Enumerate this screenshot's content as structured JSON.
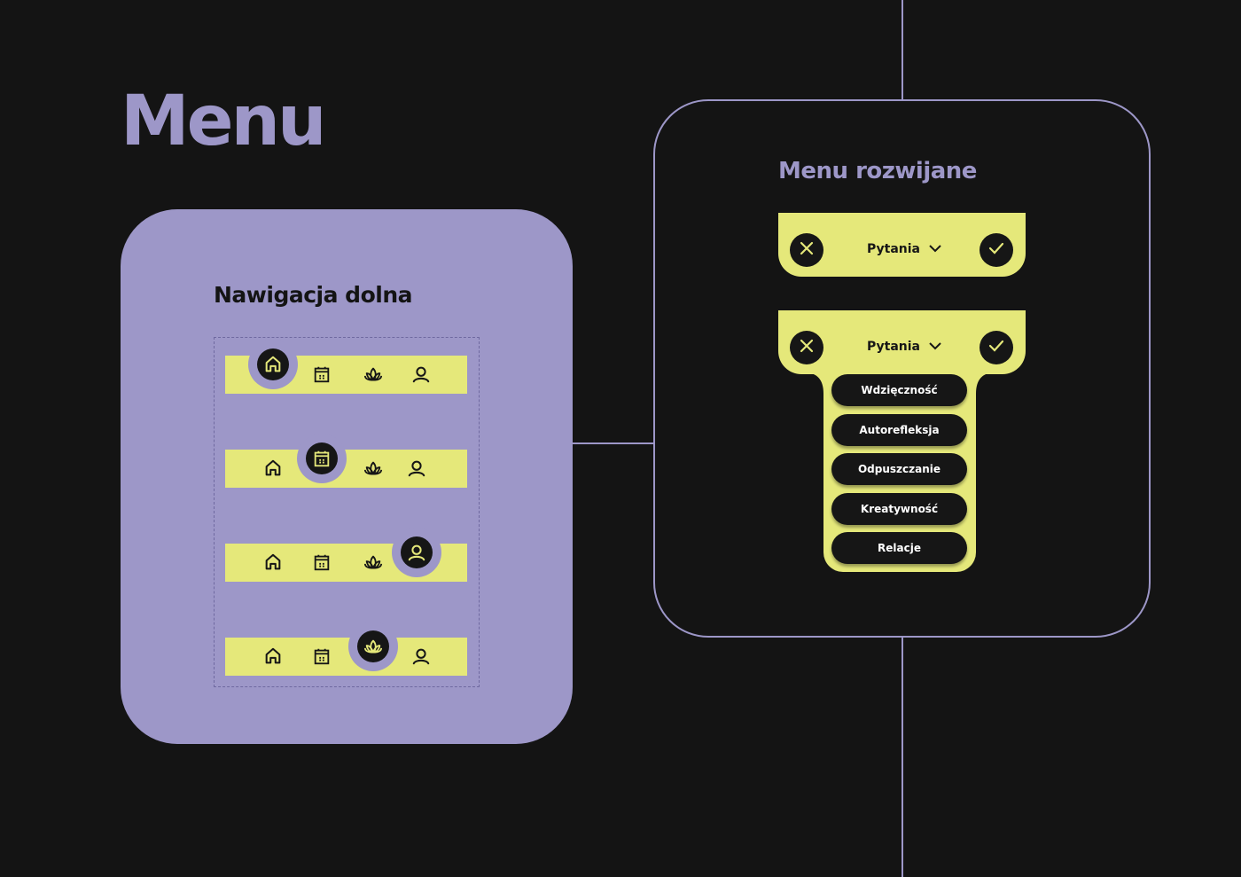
{
  "page": {
    "title": "Menu"
  },
  "bottom_nav": {
    "title": "Nawigacja dolna",
    "items": [
      "home",
      "calendar",
      "lotus",
      "profile"
    ],
    "variants": [
      {
        "active": "home"
      },
      {
        "active": "calendar"
      },
      {
        "active": "profile"
      },
      {
        "active": "lotus"
      }
    ]
  },
  "dropdown": {
    "title": "Menu rozwijane",
    "label": "Pytania",
    "collapsed": {
      "label": "Pytania"
    },
    "expanded": {
      "label": "Pytania",
      "options": [
        "Wdzięczność",
        "Autorefleksja",
        "Odpuszczanie",
        "Kreatywność",
        "Relacje"
      ]
    }
  },
  "colors": {
    "background": "#141414",
    "purple": "#9d97c8",
    "yellow": "#e5e87a",
    "dark": "#161616"
  }
}
